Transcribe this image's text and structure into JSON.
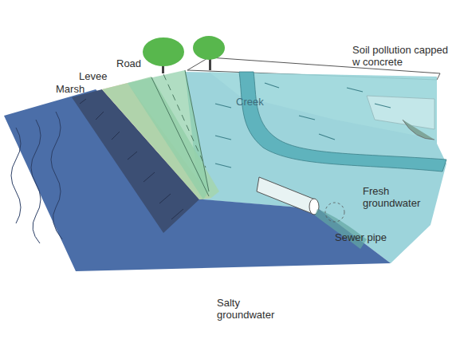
{
  "diagram": {
    "labels": [
      "Marsh",
      "Levee",
      "Road",
      "Creek",
      "Soil pollution capped w concrete",
      "Fresh groundwater",
      "Sewer pipe",
      "Salty groundwater"
    ]
  }
}
